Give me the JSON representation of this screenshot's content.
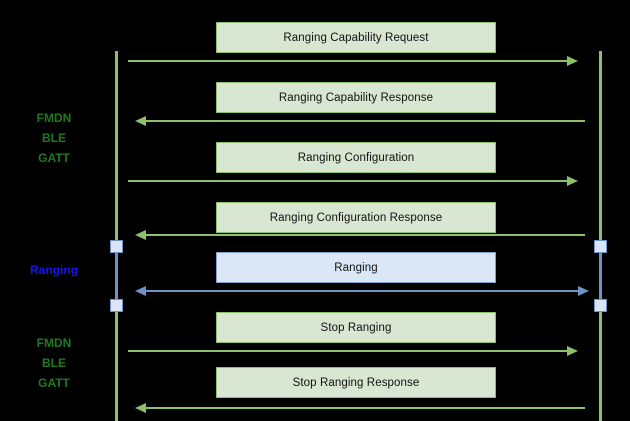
{
  "diagram": {
    "type": "sequence-diagram",
    "background_color": "#000000",
    "colors": {
      "green_line": "#8cc06a",
      "green_fill": "#d9e6d1",
      "green_text": "#1f7a1f",
      "blue_line": "#6f93c4",
      "blue_fill": "#dbe6f7",
      "blue_text": "#1414ee",
      "message_text": "#111111"
    },
    "lifelines": [
      {
        "id": "left-lifeline",
        "color": "#8cc06a"
      },
      {
        "id": "right-lifeline",
        "color": "#8cc06a"
      }
    ],
    "phase_labels": [
      {
        "id": "phase-fmdn-top",
        "lines": [
          "FMDN",
          "BLE",
          "GATT"
        ],
        "color": "#1f7a1f"
      },
      {
        "id": "phase-ranging",
        "lines": [
          "Ranging"
        ],
        "color": "#1414ee"
      },
      {
        "id": "phase-fmdn-bottom",
        "lines": [
          "FMDN",
          "BLE",
          "GATT"
        ],
        "color": "#1f7a1f"
      }
    ],
    "messages": [
      {
        "id": "msg-1",
        "label": "Ranging Capability Request",
        "direction": "right",
        "style": "green"
      },
      {
        "id": "msg-2",
        "label": "Ranging Capability Response",
        "direction": "left",
        "style": "green"
      },
      {
        "id": "msg-3",
        "label": "Ranging Configuration",
        "direction": "right",
        "style": "green"
      },
      {
        "id": "msg-4",
        "label": "Ranging Configuration Response",
        "direction": "left",
        "style": "green"
      },
      {
        "id": "msg-5",
        "label": "Ranging",
        "direction": "both",
        "style": "blue"
      },
      {
        "id": "msg-6",
        "label": "Stop Ranging",
        "direction": "right",
        "style": "green"
      },
      {
        "id": "msg-7",
        "label": "Stop Ranging Response",
        "direction": "left",
        "style": "green"
      }
    ]
  }
}
